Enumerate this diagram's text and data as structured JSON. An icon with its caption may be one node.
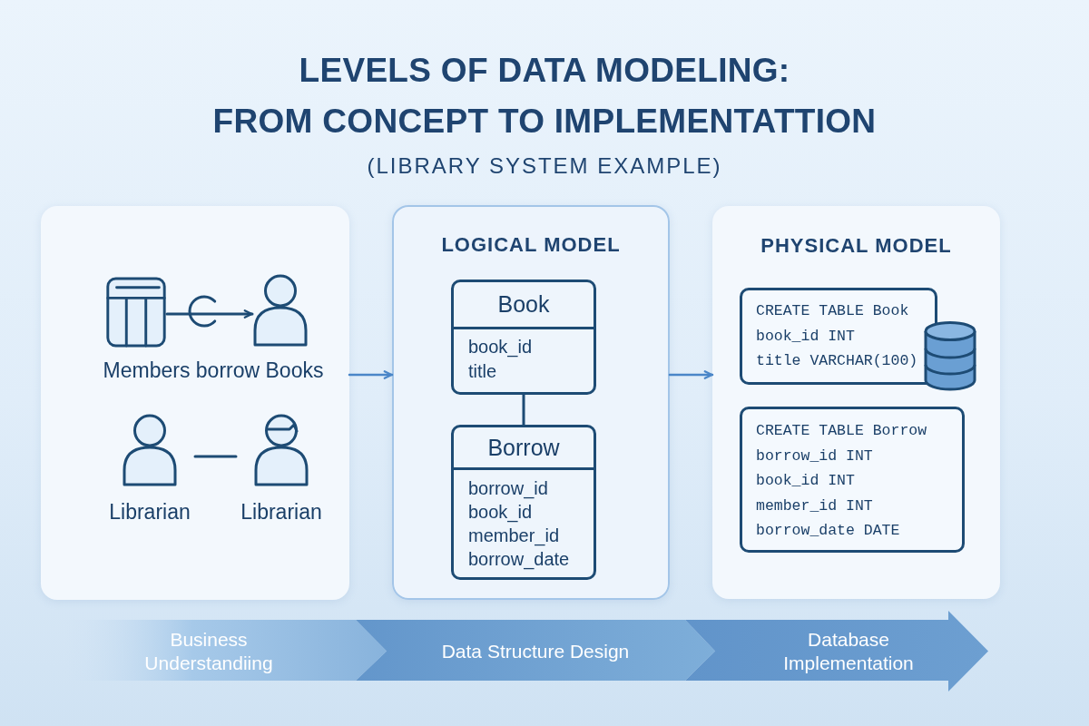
{
  "diagram": {
    "title": "LEVELS OF DATA MODELING: FROM CONCEPT TO IMPLEMENTATTION",
    "nodes": [
      {
        "text": [],
        "shape": "box"
      },
      {
        "text": [],
        "shape": "book",
        "in": 0
      },
      {
        "text": [],
        "shape": "person",
        "in": 0
      },
      {
        "text": [
          "Librarian"
        ],
        "in": 0
      },
      {
        "text": [
          "Librarian"
        ],
        "in": 0
      },
      {
        "text": [
          "LOGICAL MODEL"
        ]
      },
      {
        "text": [
          "Book",
          "book_id",
          "title"
        ],
        "in": 5
      },
      {
        "text": [
          "Borrow",
          "borrow_id",
          "book_id",
          "member_id",
          "borrow_date"
        ],
        "in": 5
      },
      {
        "text": [
          "PHYSICAL MODEL"
        ]
      },
      {
        "text": [
          "CREATE TABLE Book",
          "book_id INT",
          "title VARCHAR(100)"
        ],
        "in": 8
      },
      {
        "text": [
          "CREATE TABLE Borrow",
          "borrow_id INT",
          "book_id INT",
          "member_id INT",
          "borrow_date DATE"
        ],
        "in": 8
      },
      {
        "text": [
          "Business Understandiing",
          "Data Structure Design",
          "Database Implementation"
        ]
      }
    ],
    "edges": [
      {
        "from": 1,
        "to": 2,
        "arrow": "to"
      },
      {
        "from": 3,
        "to": 4,
        "arrow": "none"
      },
      {
        "from": 6,
        "to": 7,
        "arrow": "none"
      },
      {
        "from": 0,
        "to": 5,
        "arrow": "to",
        "color": "#4a86c8"
      },
      {
        "from": 5,
        "to": 8,
        "arrow": "to",
        "color": "#4a86c8"
      }
    ],
    "labels": [
      "(LIBRARY SYSTEM EXAMPLE)",
      "Members borrow Books"
    ]
  }
}
